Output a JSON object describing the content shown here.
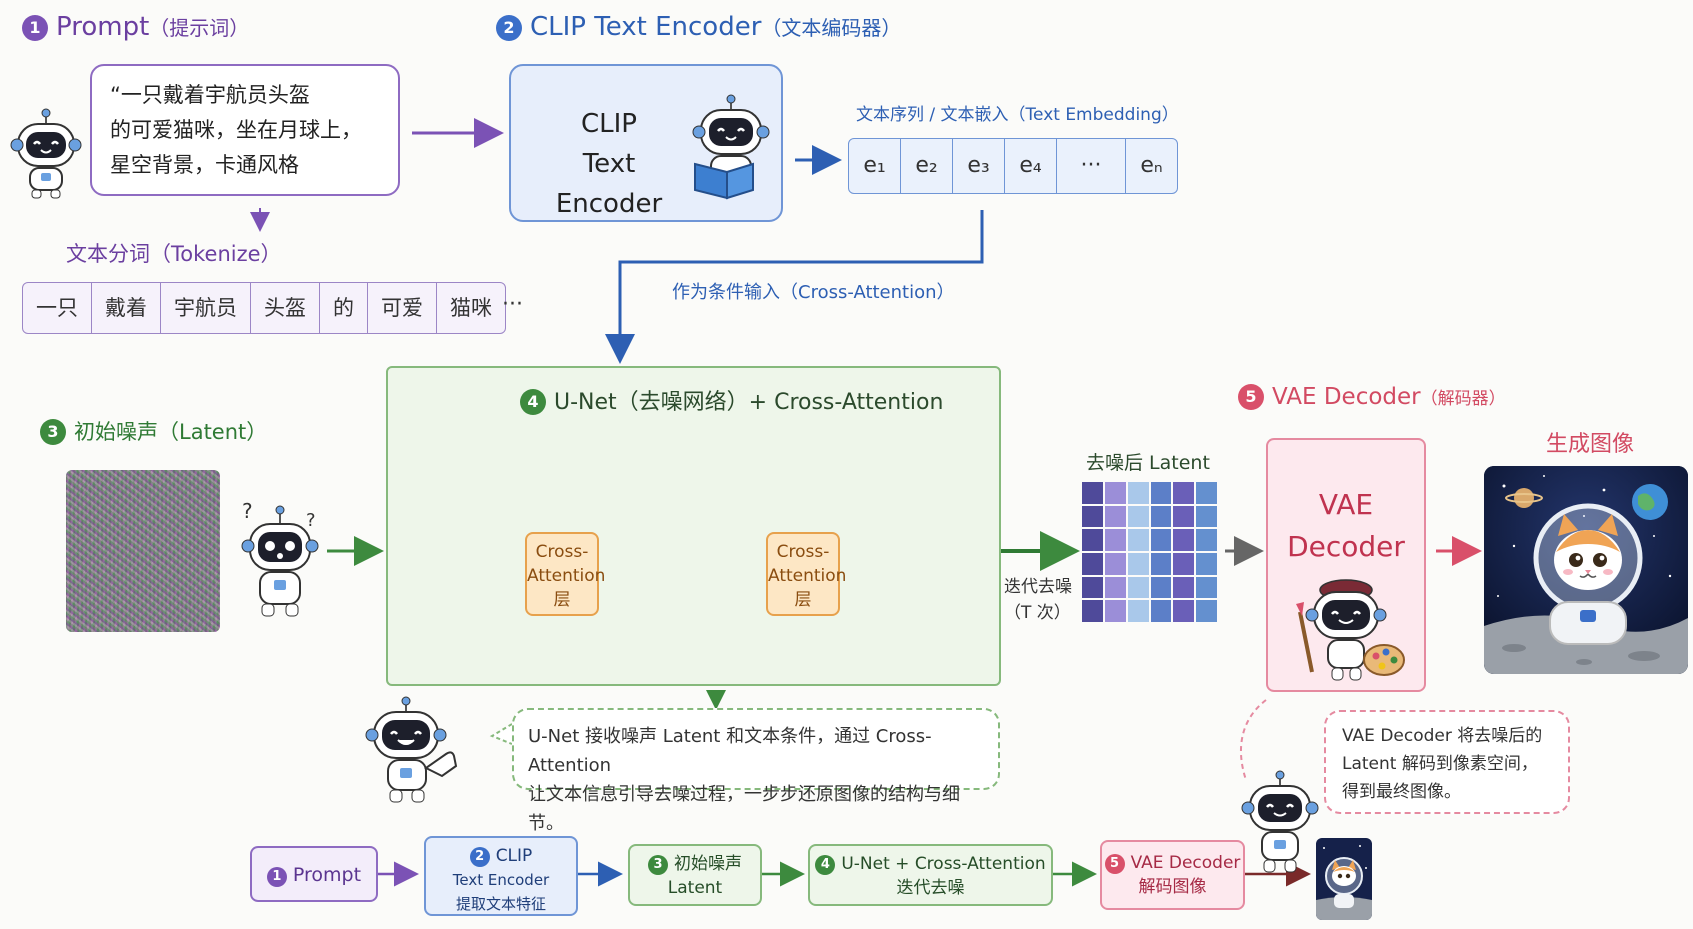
{
  "section1": {
    "num": "1",
    "title": "Prompt",
    "subtitle": "（提示词）"
  },
  "prompt_text": [
    "“一只戴着宇航员头盔",
    "的可爱猫咪，坐在月球上，",
    "星空背景，卡通风格"
  ],
  "tokenize_label": "文本分词（Tokenize）",
  "tokens": [
    "一只",
    "戴着",
    "宇航员",
    "头盔",
    "的",
    "可爱",
    "猫咪"
  ],
  "tokens_more": "···",
  "section2": {
    "num": "2",
    "title": "CLIP Text Encoder",
    "subtitle": "（文本编码器）"
  },
  "clip_box": {
    "line1": "CLIP",
    "line2": "Text Encoder"
  },
  "embedding_label": "文本序列 / 文本嵌入（Text Embedding）",
  "embeddings": [
    "e₁",
    "e₂",
    "e₃",
    "e₄",
    "···",
    "eₙ"
  ],
  "cross_input_label": "作为条件输入（Cross-Attention）",
  "section3": {
    "num": "3",
    "title": "初始噪声（Latent）"
  },
  "section4": {
    "num": "4",
    "title": "U-Net（去噪网络）+ Cross-Attention"
  },
  "cross_attention_block": {
    "line1": "Cross-",
    "line2": "Attention",
    "line3": "层"
  },
  "iter_label": {
    "line1": "迭代去噪",
    "line2": "（T 次）"
  },
  "denoised_label": "去噪后 Latent",
  "section5": {
    "num": "5",
    "title": "VAE Decoder",
    "subtitle": "（解码器）"
  },
  "vae_box": {
    "line1": "VAE",
    "line2": "Decoder"
  },
  "output_label": "生成图像",
  "unet_note": [
    "U-Net 接收噪声 Latent 和文本条件，通过 Cross-Attention",
    "让文本信息引导去噪过程，一步步还原图像的结构与细节。"
  ],
  "vae_note": [
    "VAE Decoder 将去噪后的",
    "Latent 解码到像素空间，",
    "得到最终图像。"
  ],
  "pipeline": [
    {
      "num": "1",
      "line1": "Prompt",
      "line2": ""
    },
    {
      "num": "2",
      "line1": "CLIP",
      "line2": "Text Encoder",
      "line3": "提取文本特征"
    },
    {
      "num": "3",
      "line1": "初始噪声",
      "line2": "Latent"
    },
    {
      "num": "4",
      "line1": "U-Net + Cross-Attention",
      "line2": "迭代去噪"
    },
    {
      "num": "5",
      "line1": "VAE Decoder",
      "line2": "解码图像"
    }
  ],
  "colors": {
    "purple": "#7b52b5",
    "blue": "#3b6fc9",
    "green": "#3d8a3e",
    "red": "#d9506a",
    "orange": "#e7a14c"
  },
  "icons": [
    "robot-mascot-icon",
    "arrow-right-icon",
    "arrow-down-icon",
    "dashed-skip-arrow-icon",
    "cat-astronaut-image"
  ]
}
